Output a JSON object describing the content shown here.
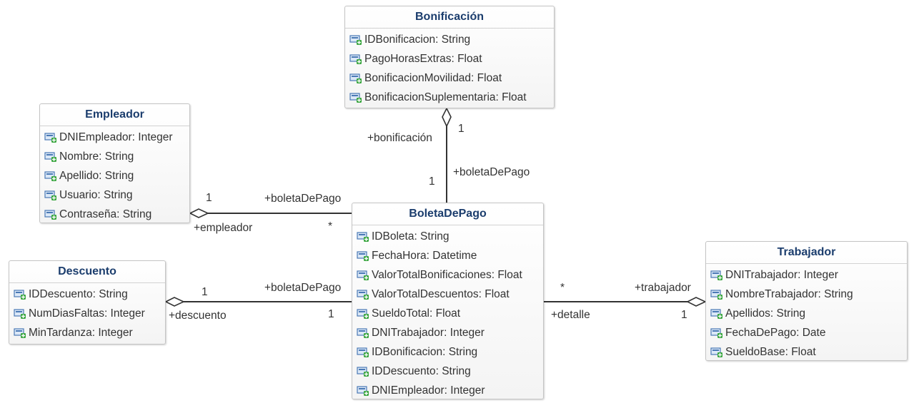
{
  "classes": {
    "bonificacion": {
      "name": "Bonificación",
      "attributes": [
        "IDBonificacion: String",
        "PagoHorasExtras: Float",
        "BonificacionMovilidad: Float",
        "BonificacionSuplementaria: Float"
      ]
    },
    "empleador": {
      "name": "Empleador",
      "attributes": [
        "DNIEmpleador: Integer",
        "Nombre: String",
        "Apellido: String",
        "Usuario: String",
        "Contraseña: String"
      ]
    },
    "boleta": {
      "name": "BoletaDePago",
      "attributes": [
        "IDBoleta: String",
        "FechaHora: Datetime",
        "ValorTotalBonificaciones: Float",
        "ValorTotalDescuentos: Float",
        "SueldoTotal: Float",
        "DNITrabajador: Integer",
        "IDBonificacion: String",
        "IDDescuento: String",
        "DNIEmpleador: Integer"
      ]
    },
    "descuento": {
      "name": "Descuento",
      "attributes": [
        "IDDescuento: String",
        "NumDiasFaltas: Integer",
        "MinTardanza: Integer"
      ]
    },
    "trabajador": {
      "name": "Trabajador",
      "attributes": [
        "DNITrabajador: Integer",
        "NombreTrabajador: String",
        "Apellidos: String",
        "FechaDePago: Date",
        "SueldoBase: Float"
      ]
    }
  },
  "associations": {
    "bonificacion_boleta": {
      "role_a": "+bonificación",
      "mult_a": "1",
      "role_b": "+boletaDePago",
      "mult_b": "1"
    },
    "empleador_boleta": {
      "role_a": "+empleador",
      "mult_a": "1",
      "role_b": "+boletaDePago",
      "mult_b": "*"
    },
    "descuento_boleta": {
      "role_a": "+descuento",
      "mult_a": "1",
      "role_b": "+boletaDePago",
      "mult_b": "1"
    },
    "trabajador_boleta": {
      "role_a": "+trabajador",
      "mult_a": "1",
      "role_b": "+detalle",
      "mult_b": "*"
    }
  },
  "colors": {
    "title": "#1b3d6d",
    "border": "#c4c4c4",
    "line": "#333333",
    "icon_blue": "#4a79b5",
    "icon_green": "#3aa640"
  }
}
